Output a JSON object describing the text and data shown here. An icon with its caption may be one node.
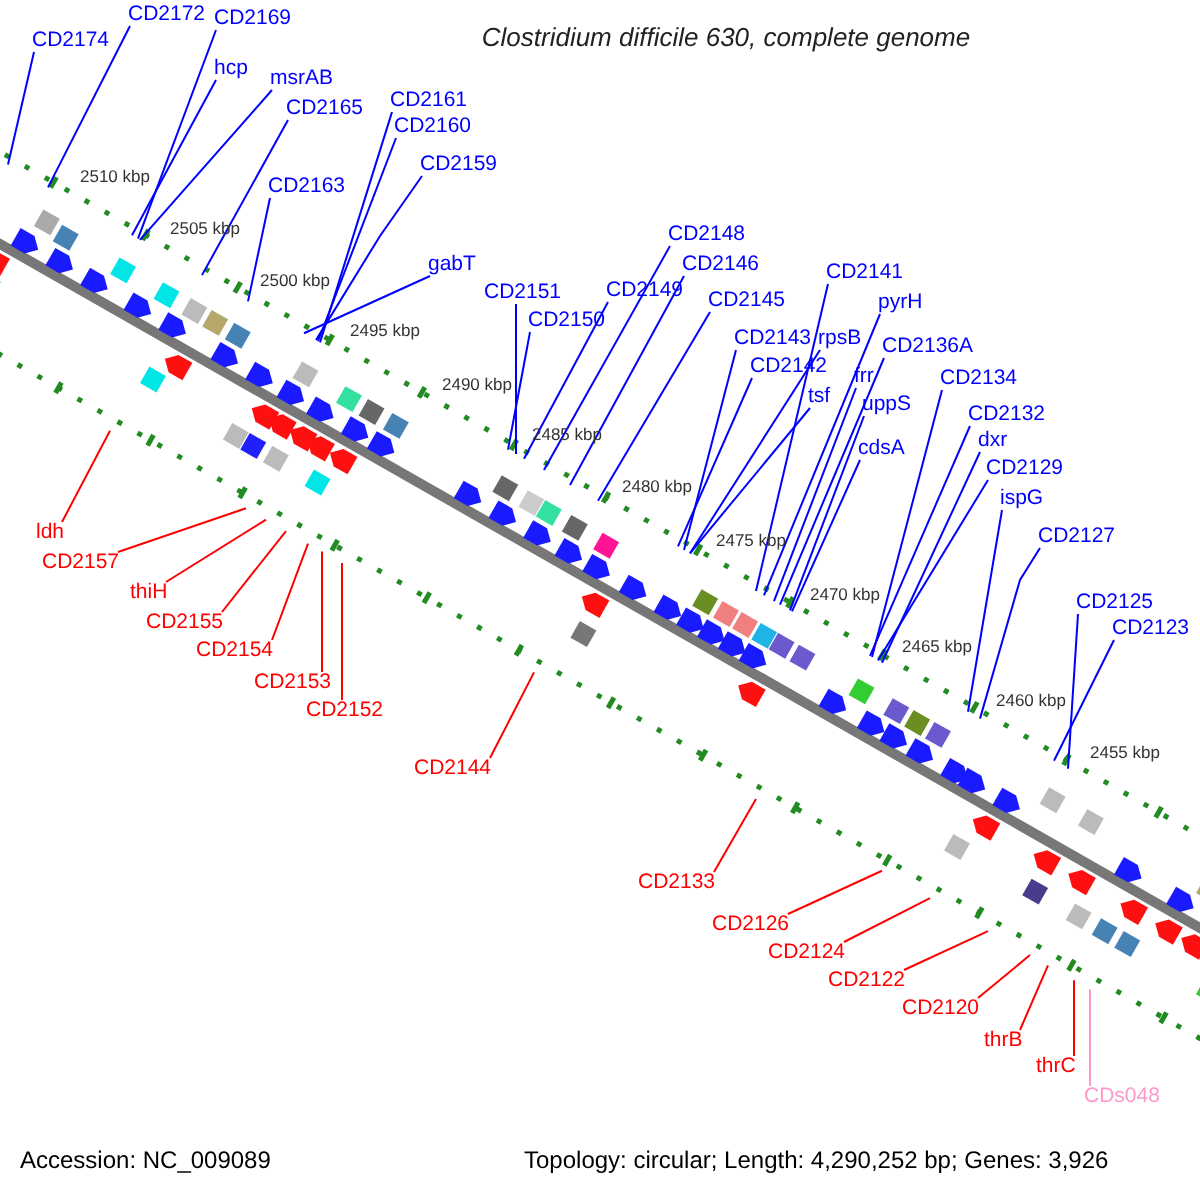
{
  "diagram": {
    "title": "Clostridium difficile 630, complete genome",
    "nodes": [
      {
        "text": [
          "CD2174"
        ]
      },
      {
        "text": [
          "CD2172"
        ]
      },
      {
        "text": [
          "CD2169"
        ]
      },
      {
        "text": [
          "hcp"
        ]
      },
      {
        "text": [
          "msrAB"
        ]
      },
      {
        "text": [
          "CD2165"
        ]
      },
      {
        "text": [
          "CD2161"
        ]
      },
      {
        "text": [
          "CD2160"
        ]
      },
      {
        "text": [
          "CD2163"
        ]
      },
      {
        "text": [
          "CD2159"
        ]
      },
      {
        "text": [
          "gabT"
        ]
      },
      {
        "text": [
          "CD2151"
        ]
      },
      {
        "text": [
          "CD2150"
        ]
      },
      {
        "text": [
          "CD2149"
        ]
      },
      {
        "text": [
          "CD2148"
        ]
      },
      {
        "text": [
          "CD2146"
        ]
      },
      {
        "text": [
          "CD2145"
        ]
      },
      {
        "text": [
          "CD2143"
        ]
      },
      {
        "text": [
          "rpsB"
        ]
      },
      {
        "text": [
          "CD2142"
        ]
      },
      {
        "text": [
          "tsf"
        ]
      },
      {
        "text": [
          "CD2141"
        ]
      },
      {
        "text": [
          "pyrH"
        ]
      },
      {
        "text": [
          "frr"
        ]
      },
      {
        "text": [
          "CD2136A"
        ]
      },
      {
        "text": [
          "uppS"
        ]
      },
      {
        "text": [
          "cdsA"
        ]
      },
      {
        "text": [
          "CD2134"
        ]
      },
      {
        "text": [
          "CD2132"
        ]
      },
      {
        "text": [
          "dxr"
        ]
      },
      {
        "text": [
          "CD2129"
        ]
      },
      {
        "text": [
          "ispG"
        ]
      },
      {
        "text": [
          "CD2127"
        ]
      },
      {
        "text": [
          "CD2125"
        ]
      },
      {
        "text": [
          "CD2123"
        ]
      },
      {
        "text": [
          "ldh"
        ]
      },
      {
        "text": [
          "CD2157"
        ]
      },
      {
        "text": [
          "thiH"
        ]
      },
      {
        "text": [
          "CD2155"
        ]
      },
      {
        "text": [
          "CD2154"
        ]
      },
      {
        "text": [
          "CD2153"
        ]
      },
      {
        "text": [
          "CD2152"
        ]
      },
      {
        "text": [
          "CD2144"
        ]
      },
      {
        "text": [
          "CD2133"
        ]
      },
      {
        "text": [
          "CD2126"
        ]
      },
      {
        "text": [
          "CD2124"
        ]
      },
      {
        "text": [
          "CD2122"
        ]
      },
      {
        "text": [
          "CD2120"
        ]
      },
      {
        "text": [
          "thrB"
        ]
      },
      {
        "text": [
          "thrC"
        ]
      },
      {
        "text": [
          "CDs048"
        ]
      }
    ],
    "edges": [
      {
        "from": 0,
        "to": null,
        "arrow": "none"
      },
      {
        "from": 1,
        "to": null,
        "arrow": "none"
      },
      {
        "from": 2,
        "to": null,
        "arrow": "none"
      },
      {
        "from": 3,
        "to": null,
        "arrow": "none"
      },
      {
        "from": 4,
        "to": null,
        "arrow": "none"
      },
      {
        "from": 5,
        "to": null,
        "arrow": "none"
      },
      {
        "from": 6,
        "to": null,
        "arrow": "none"
      },
      {
        "from": 7,
        "to": null,
        "arrow": "none"
      },
      {
        "from": 8,
        "to": null,
        "arrow": "none"
      },
      {
        "from": 9,
        "to": null,
        "arrow": "none"
      },
      {
        "from": 10,
        "to": null,
        "arrow": "none"
      },
      {
        "from": 11,
        "to": null,
        "arrow": "none"
      },
      {
        "from": 12,
        "to": null,
        "arrow": "none"
      },
      {
        "from": 13,
        "to": null,
        "arrow": "none"
      },
      {
        "from": 14,
        "to": null,
        "arrow": "none"
      },
      {
        "from": 15,
        "to": null,
        "arrow": "none"
      },
      {
        "from": 16,
        "to": null,
        "arrow": "none"
      },
      {
        "from": 17,
        "to": null,
        "arrow": "none"
      },
      {
        "from": 18,
        "to": null,
        "arrow": "none"
      },
      {
        "from": 19,
        "to": null,
        "arrow": "none"
      },
      {
        "from": 20,
        "to": null,
        "arrow": "none"
      },
      {
        "from": 21,
        "to": null,
        "arrow": "none"
      },
      {
        "from": 22,
        "to": null,
        "arrow": "none"
      },
      {
        "from": 23,
        "to": null,
        "arrow": "none"
      },
      {
        "from": 24,
        "to": null,
        "arrow": "none"
      },
      {
        "from": 25,
        "to": null,
        "arrow": "none"
      },
      {
        "from": 26,
        "to": null,
        "arrow": "none"
      },
      {
        "from": 27,
        "to": null,
        "arrow": "none"
      },
      {
        "from": 28,
        "to": null,
        "arrow": "none"
      },
      {
        "from": 29,
        "to": null,
        "arrow": "none"
      },
      {
        "from": 30,
        "to": null,
        "arrow": "none"
      },
      {
        "from": 31,
        "to": null,
        "arrow": "none"
      },
      {
        "from": 32,
        "to": null,
        "arrow": "none"
      },
      {
        "from": 33,
        "to": null,
        "arrow": "none"
      },
      {
        "from": 34,
        "to": null,
        "arrow": "none"
      },
      {
        "from": 35,
        "to": null,
        "arrow": "none",
        "color": "#ff0000"
      },
      {
        "from": 36,
        "to": null,
        "arrow": "none",
        "color": "#ff0000"
      },
      {
        "from": 37,
        "to": null,
        "arrow": "none",
        "color": "#ff0000"
      },
      {
        "from": 38,
        "to": null,
        "arrow": "none",
        "color": "#ff0000"
      },
      {
        "from": 39,
        "to": null,
        "arrow": "none",
        "color": "#ff0000"
      },
      {
        "from": 40,
        "to": null,
        "arrow": "none",
        "color": "#ff0000"
      },
      {
        "from": 41,
        "to": null,
        "arrow": "none",
        "color": "#ff0000"
      },
      {
        "from": 42,
        "to": null,
        "arrow": "none",
        "color": "#ff0000"
      },
      {
        "from": 43,
        "to": null,
        "arrow": "none",
        "color": "#ff0000"
      },
      {
        "from": 44,
        "to": null,
        "arrow": "none",
        "color": "#ff0000"
      },
      {
        "from": 45,
        "to": null,
        "arrow": "none",
        "color": "#ff0000"
      },
      {
        "from": 46,
        "to": null,
        "arrow": "none",
        "color": "#ff0000"
      },
      {
        "from": 47,
        "to": null,
        "arrow": "none",
        "color": "#ff0000"
      },
      {
        "from": 48,
        "to": null,
        "arrow": "none",
        "color": "#ff0000"
      },
      {
        "from": 49,
        "to": null,
        "arrow": "none",
        "color": "#ff0000"
      },
      {
        "from": 50,
        "to": null,
        "arrow": "none",
        "color": "#ff99cc"
      }
    ],
    "labels": [
      "2510 kbp",
      "2505 kbp",
      "2500 kbp",
      "2495 kbp",
      "2490 kbp",
      "2485 kbp",
      "2480 kbp",
      "2475 kbp",
      "2470 kbp",
      "2465 kbp",
      "2460 kbp",
      "2455 kbp",
      "Accession: NC_009089",
      "Topology: circular; Length: 4,290,252 bp; Genes: 3,926"
    ]
  }
}
